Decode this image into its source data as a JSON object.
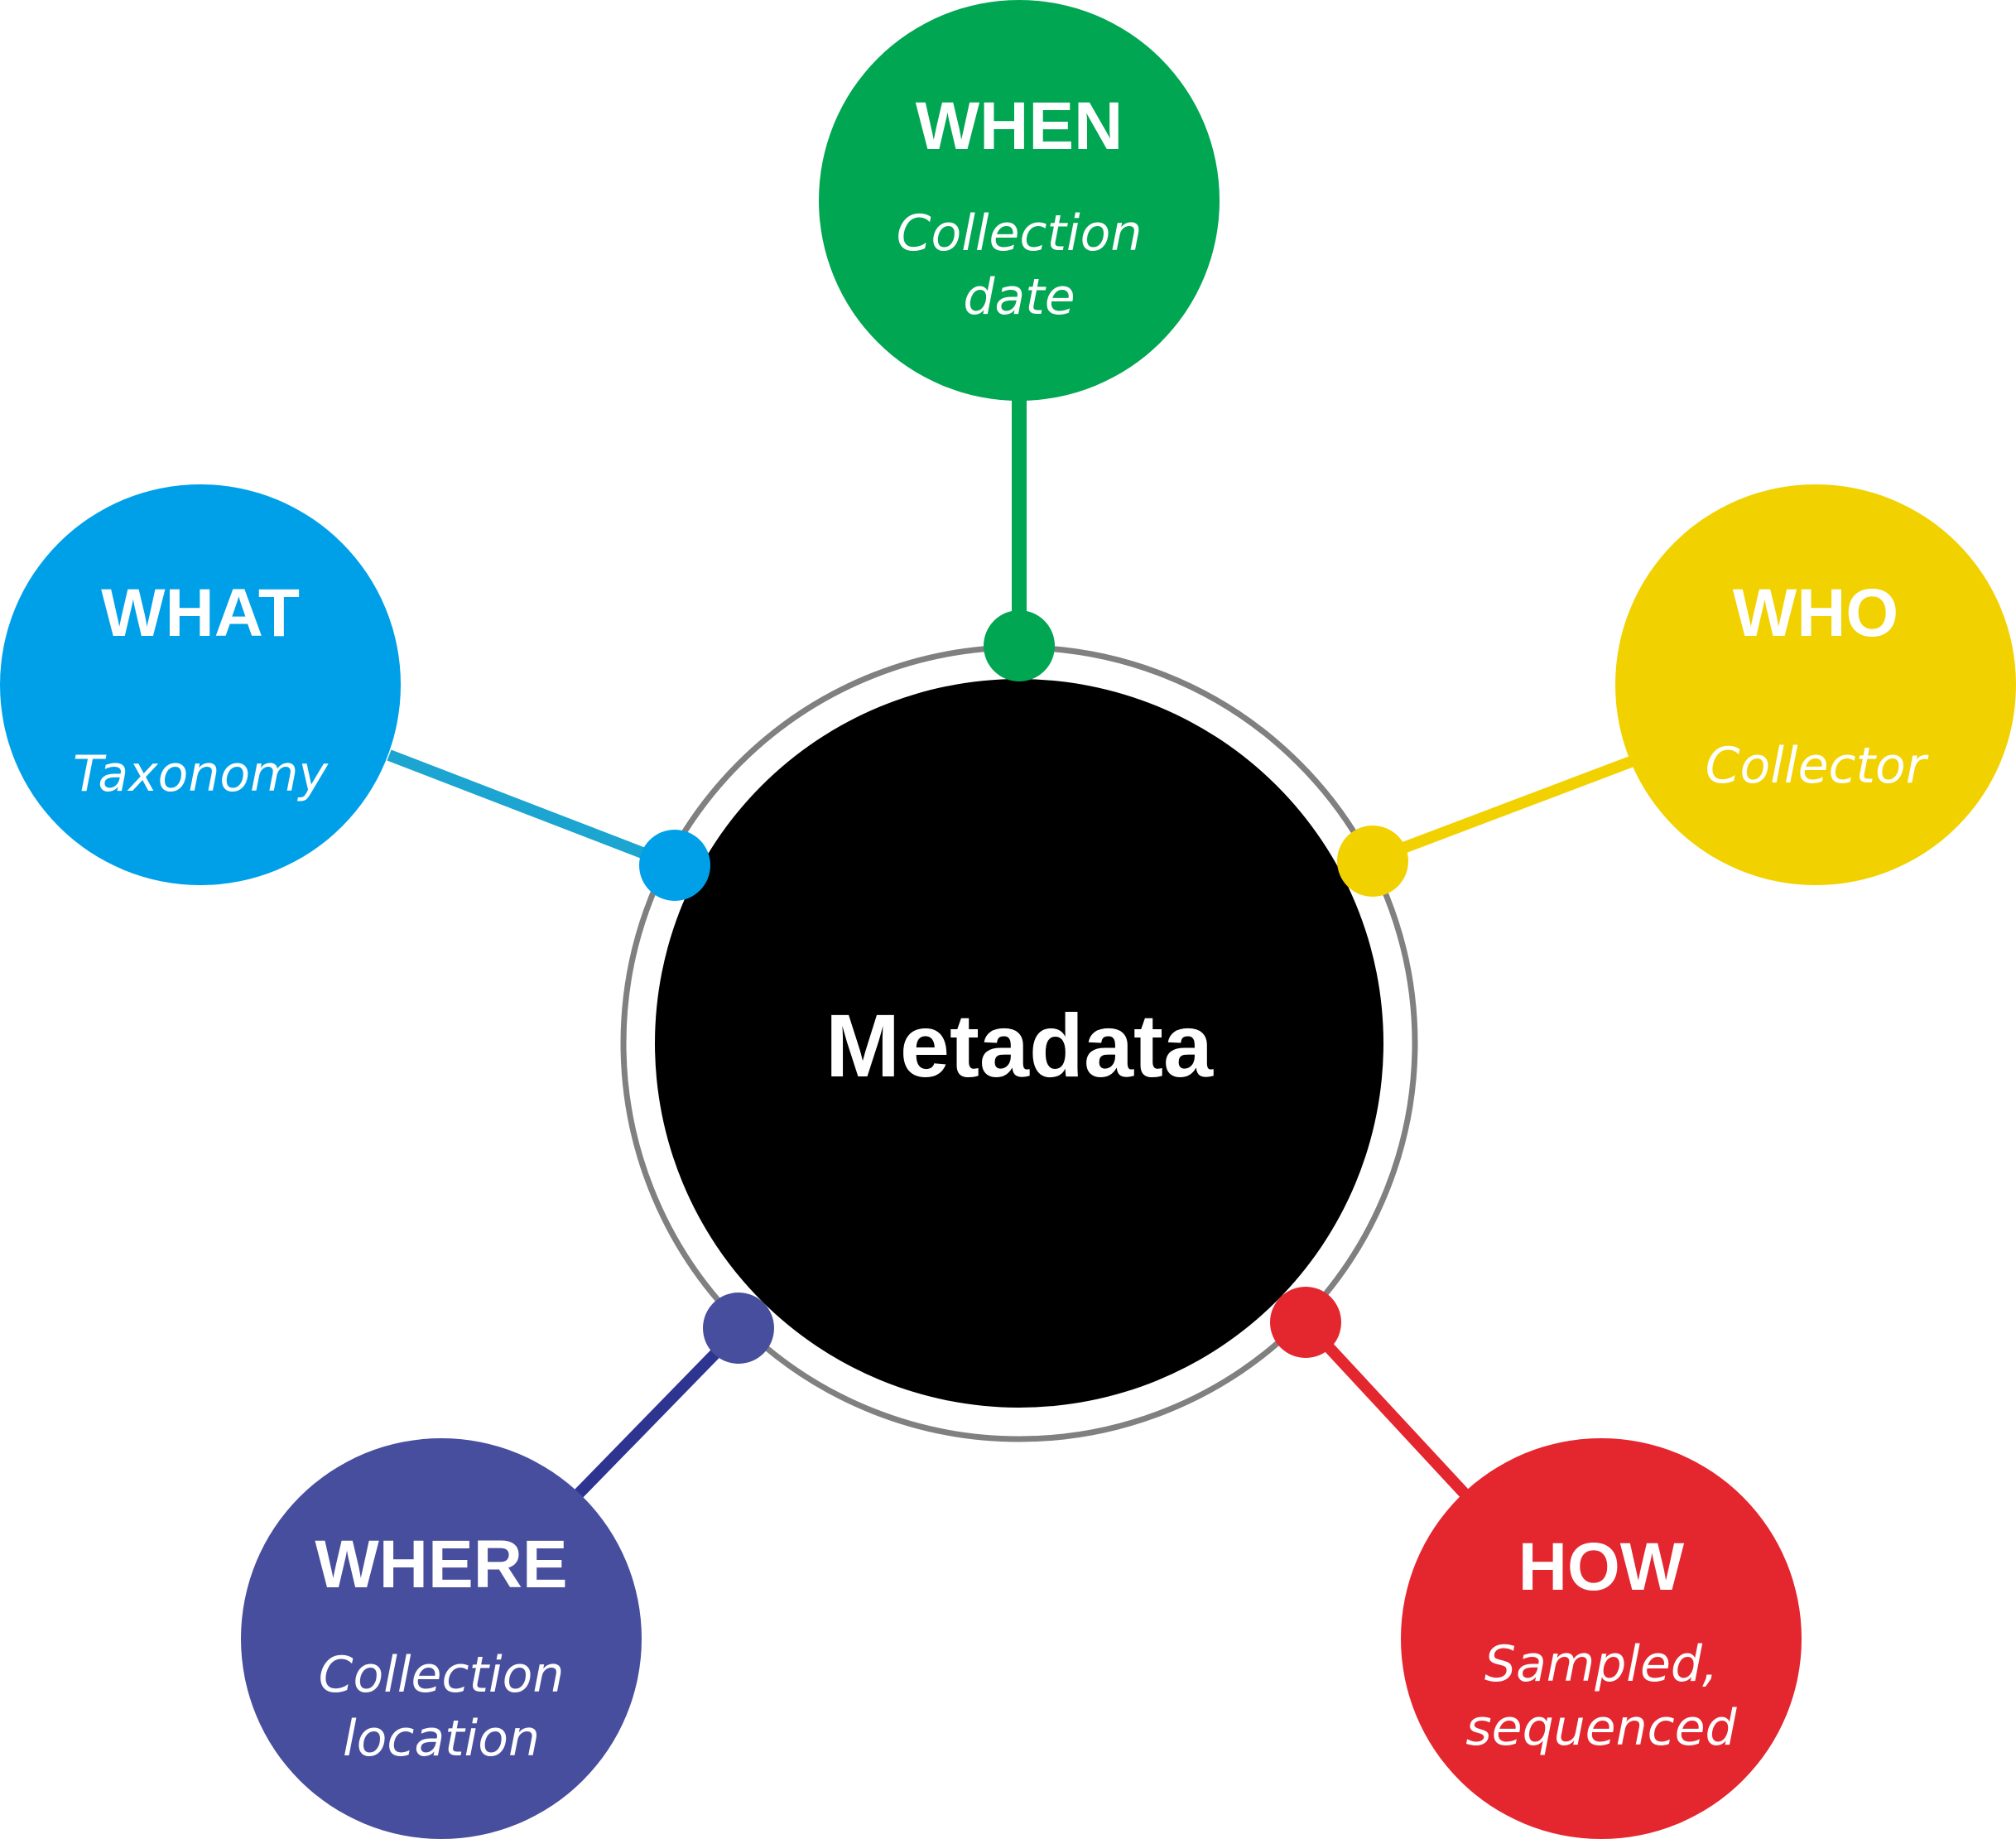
{
  "center": {
    "label": "Metadata",
    "fill": "#000000",
    "ring_color": "#808080"
  },
  "nodes": [
    {
      "id": "when",
      "title": "WHEN",
      "subtitle": [
        "Collection",
        "date"
      ],
      "color": "#00A651",
      "line_color": "#00A651"
    },
    {
      "id": "who",
      "title": "WHO",
      "subtitle": [
        "Collector"
      ],
      "color": "#F2D100",
      "line_color": "#F2D100"
    },
    {
      "id": "how",
      "title": "HOW",
      "subtitle": [
        "Sampled,",
        "sequenced"
      ],
      "color": "#E4262F",
      "line_color": "#E4262F"
    },
    {
      "id": "where",
      "title": "WHERE",
      "subtitle": [
        "Collection",
        "location"
      ],
      "color": "#474E9D",
      "line_color": "#2E3591"
    },
    {
      "id": "what",
      "title": "WHAT",
      "subtitle": [
        "Taxonomy"
      ],
      "color": "#00A0E9",
      "line_color": "#1BA5D0"
    }
  ]
}
